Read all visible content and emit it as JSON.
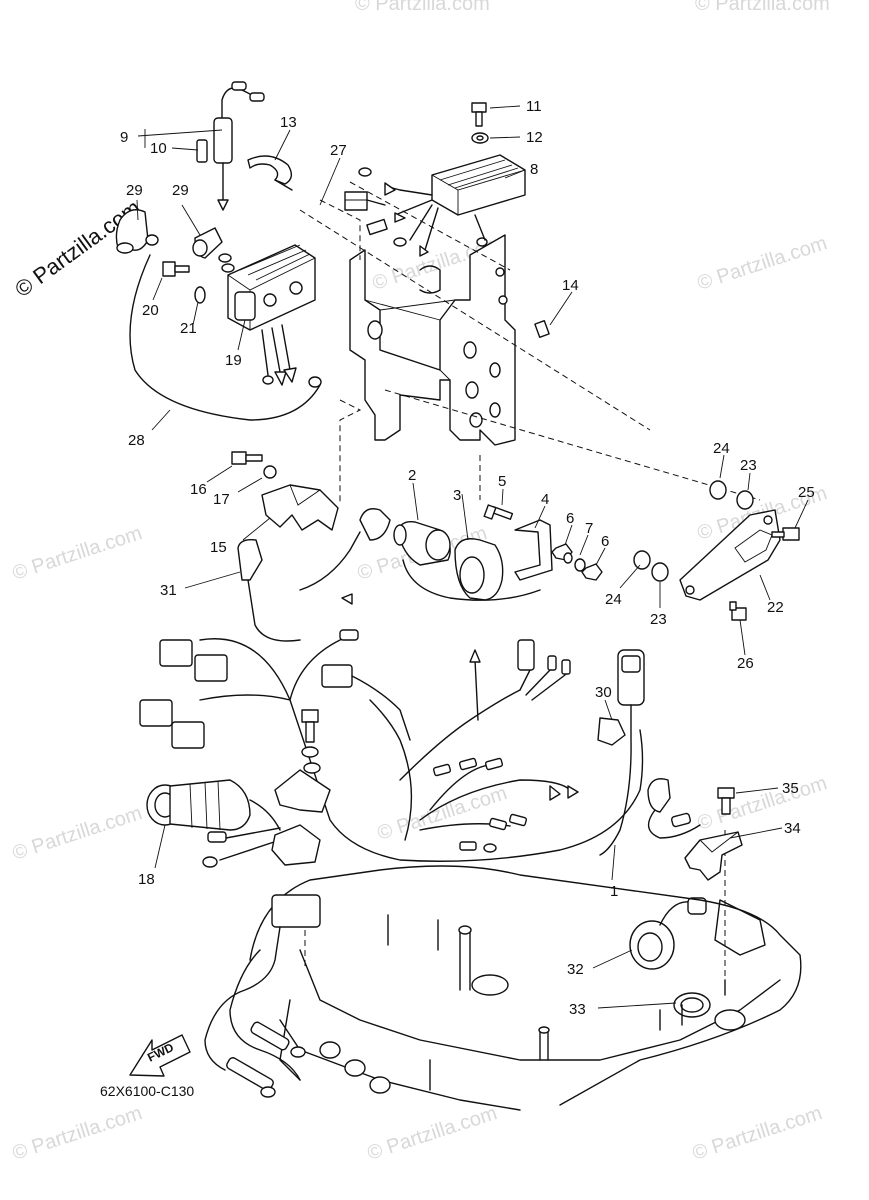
{
  "watermark": {
    "text": "© Partzilla.com",
    "color": "#d8d8d8"
  },
  "diagram": {
    "code": "62X6100-C130",
    "fwd_label": "FWD",
    "callouts": [
      "1",
      "2",
      "3",
      "4",
      "5",
      "6",
      "6",
      "7",
      "8",
      "9",
      "10",
      "11",
      "12",
      "13",
      "14",
      "15",
      "16",
      "17",
      "18",
      "19",
      "20",
      "21",
      "22",
      "23",
      "23",
      "24",
      "24",
      "25",
      "26",
      "27",
      "28",
      "29",
      "29",
      "30",
      "31",
      "32",
      "33",
      "34",
      "35"
    ]
  }
}
